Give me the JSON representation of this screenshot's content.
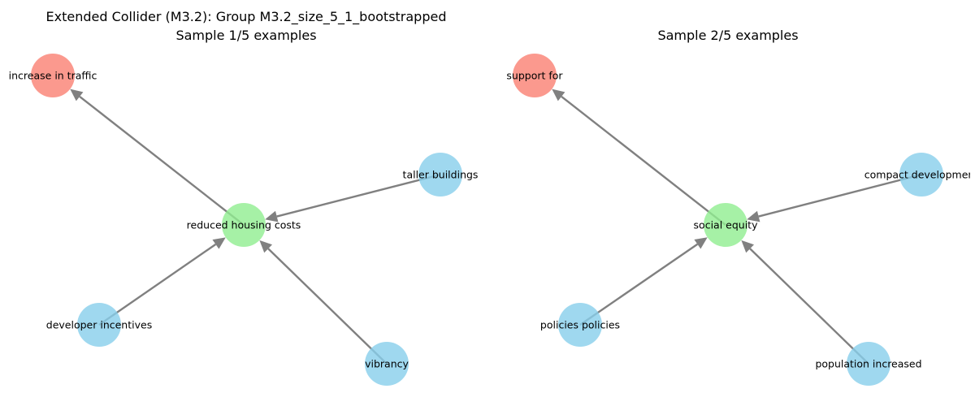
{
  "colors": {
    "cause": "#87CEEB",
    "collider": "#90EE90",
    "effect": "#FA8072",
    "edge": "#808080"
  },
  "panels": [
    {
      "title_line1": "Extended Collider (M3.2): Group M3.2_size_5_1_bootstrapped",
      "title_line2": "Sample 1/5 examples",
      "nodes": [
        {
          "id": "collider",
          "label": "reduced housing costs",
          "role": "collider"
        },
        {
          "id": "effect",
          "label": "increase in traffic",
          "role": "effect"
        },
        {
          "id": "c1",
          "label": "taller buildings",
          "role": "cause"
        },
        {
          "id": "c2",
          "label": "developer incentives",
          "role": "cause"
        },
        {
          "id": "c3",
          "label": "vibrancy",
          "role": "cause"
        }
      ],
      "edges": [
        {
          "from": "c1",
          "to": "collider"
        },
        {
          "from": "c2",
          "to": "collider"
        },
        {
          "from": "c3",
          "to": "collider"
        },
        {
          "from": "collider",
          "to": "effect"
        }
      ]
    },
    {
      "title_line1": "",
      "title_line2": "Sample 2/5 examples",
      "nodes": [
        {
          "id": "collider",
          "label": "social equity",
          "role": "collider"
        },
        {
          "id": "effect",
          "label": "support for",
          "role": "effect"
        },
        {
          "id": "c1",
          "label": "compact development",
          "role": "cause"
        },
        {
          "id": "c2",
          "label": "policies policies",
          "role": "cause"
        },
        {
          "id": "c3",
          "label": "population increased",
          "role": "cause"
        }
      ],
      "edges": [
        {
          "from": "c1",
          "to": "collider"
        },
        {
          "from": "c2",
          "to": "collider"
        },
        {
          "from": "c3",
          "to": "collider"
        },
        {
          "from": "collider",
          "to": "effect"
        }
      ]
    }
  ]
}
